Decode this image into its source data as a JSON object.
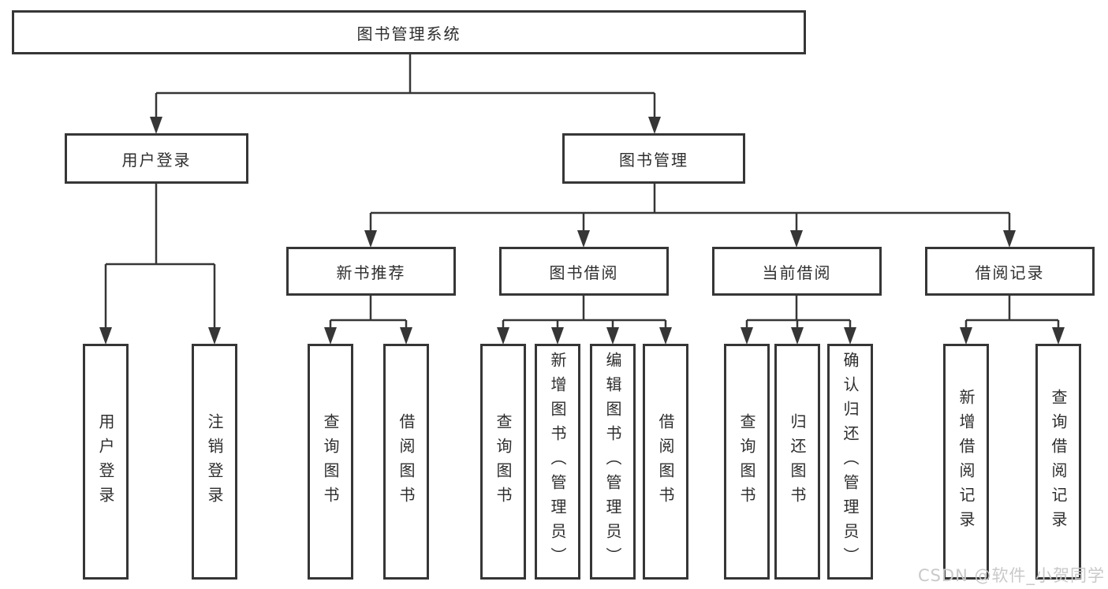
{
  "root": {
    "label": "图书管理系统"
  },
  "level2": {
    "user_login": {
      "label": "用户登录"
    },
    "book_mgmt": {
      "label": "图书管理"
    }
  },
  "level3": {
    "new_book": {
      "label": "新书推荐"
    },
    "book_borrow": {
      "label": "图书借阅"
    },
    "current_borrow": {
      "label": "当前借阅"
    },
    "borrow_records": {
      "label": "借阅记录"
    }
  },
  "leaves": {
    "user_login": [
      {
        "label": "用户登录"
      },
      {
        "label": "注销登录"
      }
    ],
    "new_book": [
      {
        "label": "查询图书"
      },
      {
        "label": "借阅图书"
      }
    ],
    "book_borrow": [
      {
        "label": "查询图书"
      },
      {
        "label": "新增图书（管理员）"
      },
      {
        "label": "编辑图书（管理员）"
      },
      {
        "label": "借阅图书"
      }
    ],
    "current_borrow": [
      {
        "label": "查询图书"
      },
      {
        "label": "归还图书"
      },
      {
        "label": "确认归还（管理员）"
      }
    ],
    "borrow_records": [
      {
        "label": "新增借阅记录"
      },
      {
        "label": "查询借阅记录"
      }
    ]
  },
  "watermark": {
    "text": "CSDN @软件_小贺同学"
  },
  "colors": {
    "line": "#363636",
    "border": "#363636",
    "text": "#2e2e2e",
    "watermark": "#c9c9c9",
    "background": "#ffffff"
  }
}
